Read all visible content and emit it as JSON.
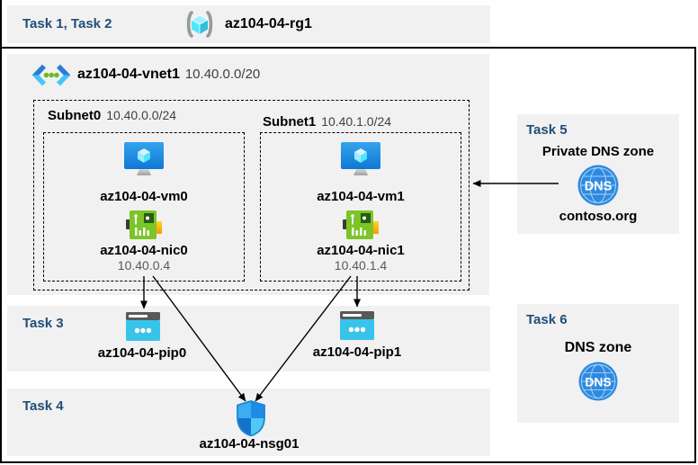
{
  "colors": {
    "accent_text": "#1f4e79",
    "panel_gray": "#f1f1f1",
    "border_black": "#000000",
    "vm_blue": "#1b8ce3",
    "nic_green": "#7cc427",
    "pip_cyan": "#38c4ea",
    "dns_blue": "#2e8ae0"
  },
  "header": {
    "tasks_label": "Task 1, Task 2",
    "resource_group_name": "az104-04-rg1",
    "resource_group_icon": "resource-group-icon"
  },
  "vnet": {
    "name": "az104-04-vnet1",
    "cidr": "10.40.0.0/20",
    "icon": "virtual-network-icon"
  },
  "subnets": [
    {
      "name": "Subnet0",
      "cidr": "10.40.0.0/24",
      "vm_name": "az104-04-vm0",
      "nic_name": "az104-04-nic0",
      "nic_ip": "10.40.0.4",
      "vm_icon": "virtual-machine-icon",
      "nic_icon": "network-interface-icon"
    },
    {
      "name": "Subnet1",
      "cidr": "10.40.1.0/24",
      "vm_name": "az104-04-vm1",
      "nic_name": "az104-04-nic1",
      "nic_ip": "10.40.1.4",
      "vm_icon": "virtual-machine-icon",
      "nic_icon": "network-interface-icon"
    }
  ],
  "task3": {
    "label": "Task 3",
    "pip0_name": "az104-04-pip0",
    "pip1_name": "az104-04-pip1",
    "pip_icon": "public-ip-icon"
  },
  "task4": {
    "label": "Task 4",
    "nsg_name": "az104-04-nsg01",
    "nsg_icon": "network-security-group-shield-icon"
  },
  "task5": {
    "label": "Task 5",
    "title": "Private DNS zone",
    "zone_name": "contoso.org",
    "icon": "dns-zone-icon"
  },
  "task6": {
    "label": "Task 6",
    "title": "DNS zone",
    "icon": "dns-zone-icon"
  },
  "icons": {
    "dns_text": "DNS"
  }
}
